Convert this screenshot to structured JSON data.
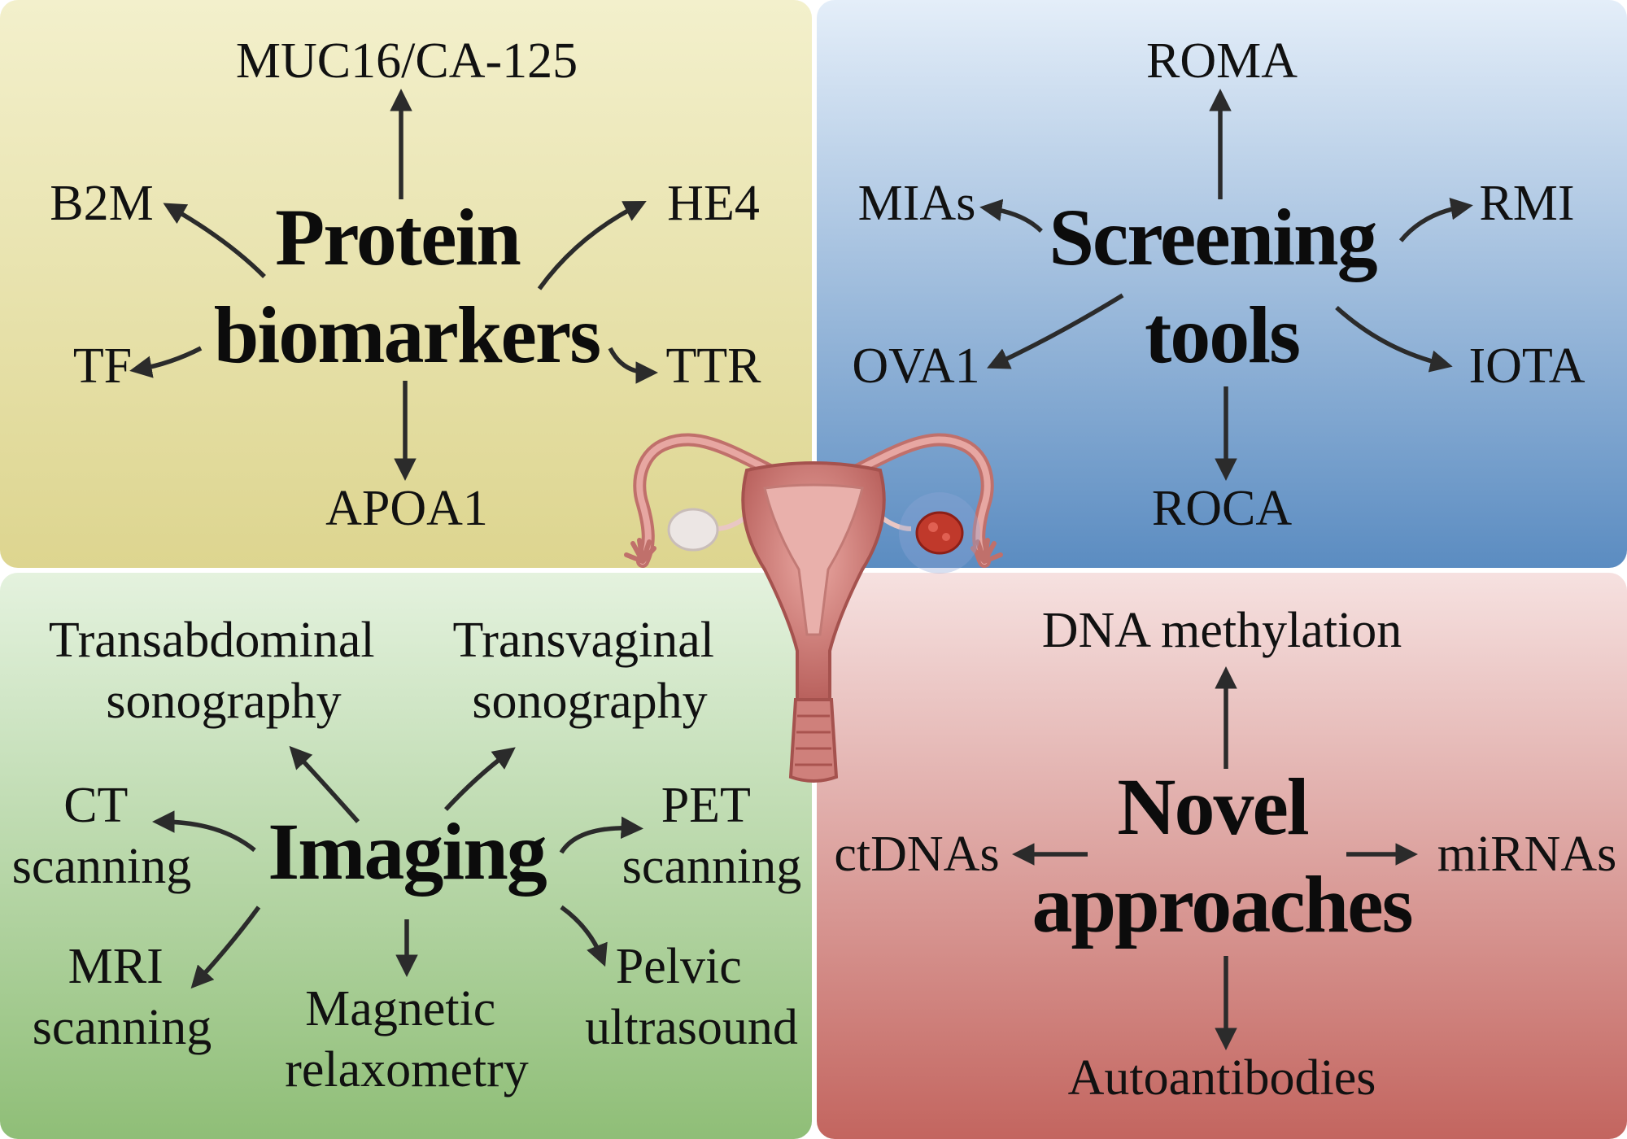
{
  "panels": {
    "protein": {
      "hub": [
        "Protein",
        "biomarkers"
      ],
      "items": {
        "muc16": "MUC16/CA-125",
        "b2m": "B2M",
        "he4": "HE4",
        "tf": "TF",
        "ttr": "TTR",
        "apoa1": "APOA1"
      }
    },
    "screening": {
      "hub": [
        "Screening",
        "tools"
      ],
      "items": {
        "roma": "ROMA",
        "mias": "MIAs",
        "rmi": "RMI",
        "ova1": "OVA1",
        "iota": "IOTA",
        "roca": "ROCA"
      }
    },
    "imaging": {
      "hub": "Imaging",
      "items": {
        "transabdominal": [
          "Transabdominal",
          "sonography"
        ],
        "transvaginal": [
          "Transvaginal",
          "sonography"
        ],
        "ct": [
          "CT",
          "scanning"
        ],
        "pet": [
          "PET",
          "scanning"
        ],
        "mri": [
          "MRI",
          "scanning"
        ],
        "magnetic": [
          "Magnetic",
          "relaxometry"
        ],
        "pelvic": [
          "Pelvic",
          "ultrasound"
        ]
      }
    },
    "novel": {
      "hub": [
        "Novel",
        "approaches"
      ],
      "items": {
        "dna": "DNA methylation",
        "ctdnas": "ctDNAs",
        "mirnas": "miRNAs",
        "autoantibodies": "Autoantibodies"
      }
    }
  },
  "colors": {
    "protein_top": "#f3f0cc",
    "protein_bottom": "#ddd58f",
    "screening_top": "#e4eef9",
    "screening_bottom": "#5b8cc1",
    "imaging_top": "#e4f2de",
    "imaging_bottom": "#8fbe77",
    "novel_top": "#f6e1e0",
    "novel_bottom": "#c3655f",
    "uterus": "#d98a86",
    "tumor": "#c0392b"
  },
  "icons": {
    "center": "uterus-illustration-icon"
  }
}
